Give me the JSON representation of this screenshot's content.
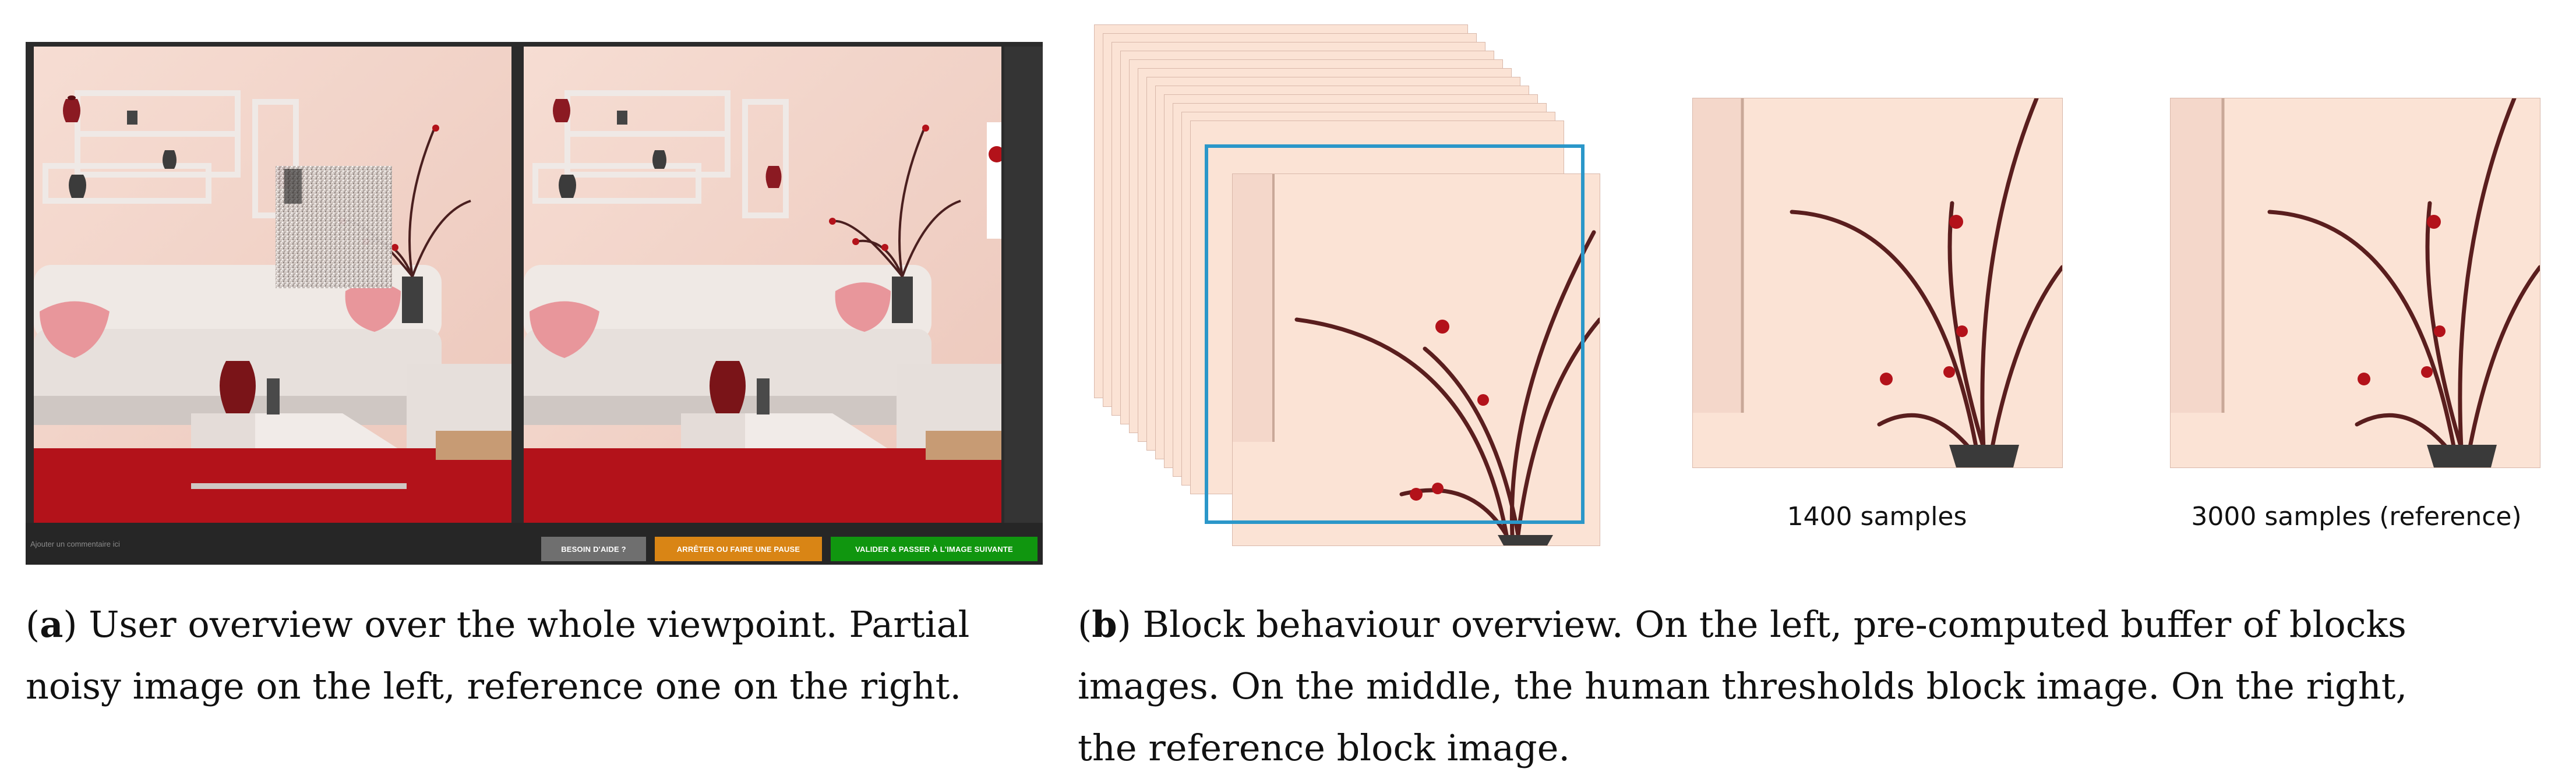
{
  "panel_a": {
    "ui": {
      "comment_placeholder": "Ajouter un commentaire ici",
      "help_button": "BESOIN D'AIDE ?",
      "pause_button": "ARRÊTER OU FAIRE UNE PAUSE",
      "next_button": "VALIDER & PASSER À L'IMAGE SUIVANTE"
    },
    "caption_letter": "a",
    "caption_line1": ") User overview over the whole viewpoint. Partial",
    "caption_line2": "noisy image on the left, reference one on the right."
  },
  "panel_b": {
    "label_middle": "1400 samples",
    "label_right": "3000 samples (reference)",
    "caption_letter": "b",
    "caption_line1": ") Block behaviour overview.  On the left, pre-computed buffer of blocks",
    "caption_line2": "images.  On the middle, the human thresholds block image.  On the right,",
    "caption_line3": "the reference block image."
  },
  "colors": {
    "wall": "#f3d6cc",
    "rug": "#b3121a",
    "highlight": "#2b97c9",
    "help_button": "#6f6f6f",
    "pause_button": "#d98515",
    "next_button": "#10960f"
  }
}
